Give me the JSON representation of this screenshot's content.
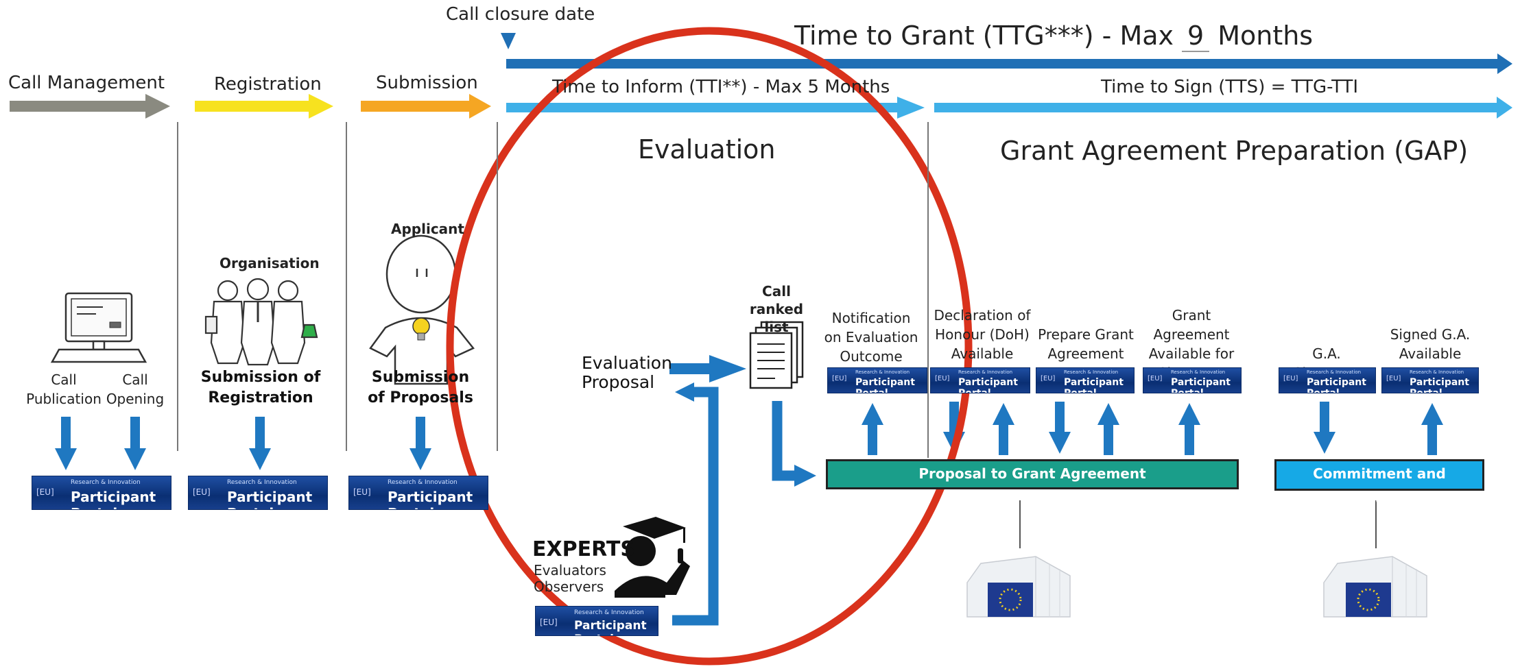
{
  "top": {
    "call_closure_date": "Call closure date",
    "ttg": "Time to Grant (TTG***) - Max",
    "ttg_num": "9",
    "ttg_unit": "Months",
    "tti": "Time to Inform (TTI**) - Max 5 Months",
    "tts": "Time to Sign (TTS) = TTG-TTI"
  },
  "phases": {
    "call_management": "Call Management",
    "registration": "Registration",
    "submission": "Submission"
  },
  "sections": {
    "evaluation": "Evaluation",
    "gap": "Grant Agreement Preparation (GAP)"
  },
  "call_mgmt": {
    "call_publication": "Call Publication",
    "call_opening": "Call Opening"
  },
  "registration": {
    "organisation": "Organisation",
    "submission_of_registration": "Submission of Registration"
  },
  "submission": {
    "applicant": "Applicant",
    "submission_of_proposals": "Submission of Proposals"
  },
  "evaluation": {
    "call_ranked_list": "Call ranked list",
    "evaluation_proposal": "Evaluation Proposal",
    "experts": "EXPERTS",
    "evaluators": "Evaluators",
    "observers": "Observers"
  },
  "gap": {
    "notification": "Notification on Evaluation Outcome",
    "declaration": "Declaration of Honour (DoH) Available",
    "prepare": "Prepare Grant Agreement",
    "available_for_signature": "Grant Agreement Available for Signature",
    "ga_signature": "G.A. Signature",
    "signed_ga": "Signed G.A. Available",
    "proposal_to_ga": "Proposal to Grant Agreement",
    "commitment_signature": "Commitment and Signature"
  },
  "portal": {
    "label": "Participant Portal",
    "sub": "Research & Innovation",
    "eu": "[EU]"
  },
  "colors": {
    "call_management": "#8a8a80",
    "registration": "#f7e21f",
    "submission": "#f5a623",
    "ttg": "#1f6fb5",
    "tti": "#3fb0e8",
    "blue_arrow": "#1f78c1",
    "teal": "#1a9e8a",
    "cyan": "#16a9e6",
    "ellipse": "#d9321c"
  },
  "icons": {
    "computer": "computer-icon",
    "organisation": "group-of-people-icon",
    "applicant": "person-with-lightbulb-icon",
    "documents": "document-stack-icon",
    "expert": "graduate-expert-icon",
    "ec_building": "european-commission-building-icon"
  }
}
